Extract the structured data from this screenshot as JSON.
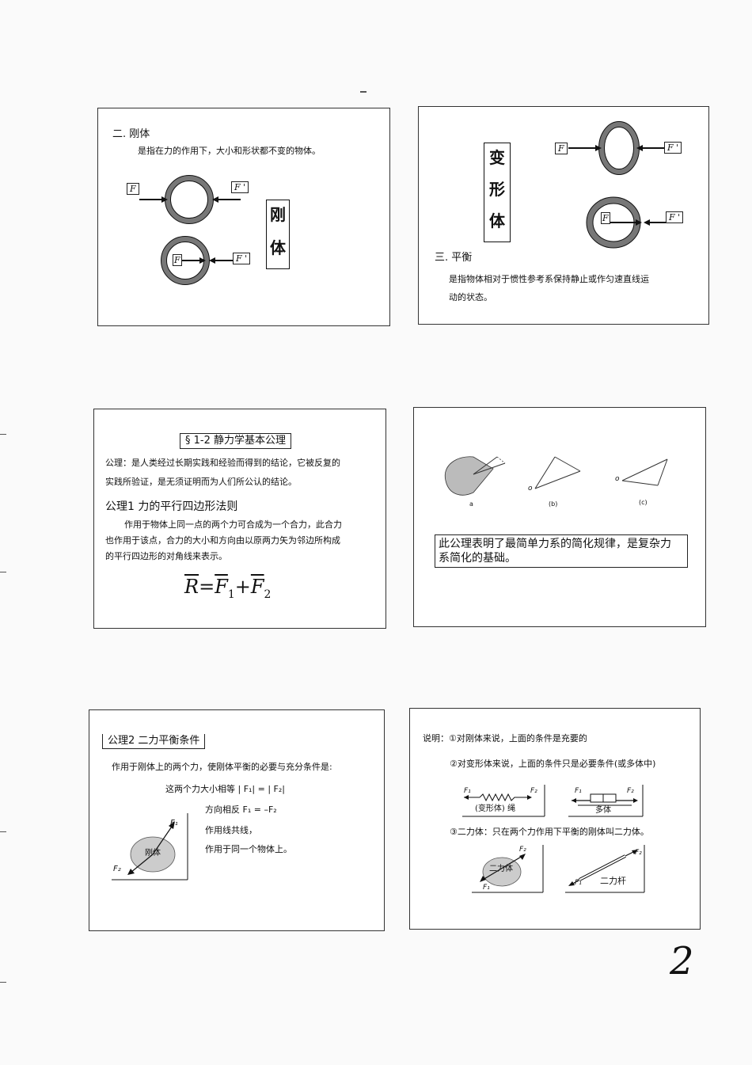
{
  "slide1": {
    "heading": "二. 刚体",
    "text": "是指在力的作用下，大小和形状都不变的物体。",
    "f_label": "F",
    "fp_label": "F '",
    "vertical_chars": [
      "刚",
      "体"
    ]
  },
  "slide2": {
    "vertical_chars": [
      "变",
      "形",
      "体"
    ],
    "f_label": "F",
    "fp_label": "F '",
    "heading": "三. 平衡",
    "text_line1": "是指物体相对于惯性参考系保持静止或作匀速直线运",
    "text_line2": "动的状态。"
  },
  "slide3": {
    "title": "§ 1-2   静力学基本公理",
    "para1_line1": "公理：是人类经过长期实践和经验而得到的结论，它被反复的",
    "para1_line2": "实践所验证，是无须证明而为人们所公认的结论。",
    "axiom_title": "公理1    力的平行四边形法则",
    "para2_line1": "作用于物体上同一点的两个力可合成为一个合力，此合力",
    "para2_line2": "也作用于该点，合力的大小和方向由以原两力矢为邻边所构成",
    "para2_line3": "的平行四边形的对角线来表示。",
    "formula_R": "R",
    "formula_eq": "=",
    "formula_F": "F",
    "formula_sub1": "1",
    "formula_plus": "+",
    "formula_sub2": "2"
  },
  "slide4": {
    "label_o1": "o",
    "label_o2": "o",
    "label_a": "a",
    "label_b": "(b)",
    "label_c": "(c)",
    "highlight_line1": "此公理表明了最简单力系的简化规律，是复杂力",
    "highlight_line2": "系简化的基础。"
  },
  "slide5": {
    "title": "公理2   二力平衡条件",
    "text1": "作用于刚体上的两个力，使刚体平衡的必要与充分条件是:",
    "cond1": "这两个力大小相等 | F₁| = | F₂|",
    "cond2": "方向相反 F₁ = –F₂",
    "cond3": "作用线共线，",
    "cond4": "作用于同一个物体上。",
    "body_label": "刚体",
    "f1": "F₁",
    "f2": "F₂"
  },
  "slide6": {
    "line1": "说明：①对刚体来说，上面的条件是充要的",
    "line2": "②对变形体来说，上面的条件只是必要条件(或多体中)",
    "rope_label": "(变形体) 绳",
    "multi_label": "多体",
    "line3": "③二力体：只在两个力作用下平衡的刚体叫二力体。",
    "body_label": "二力体",
    "rod_label": "二力杆",
    "f1": "F₁",
    "f2": "F₂"
  },
  "page_number": "2"
}
